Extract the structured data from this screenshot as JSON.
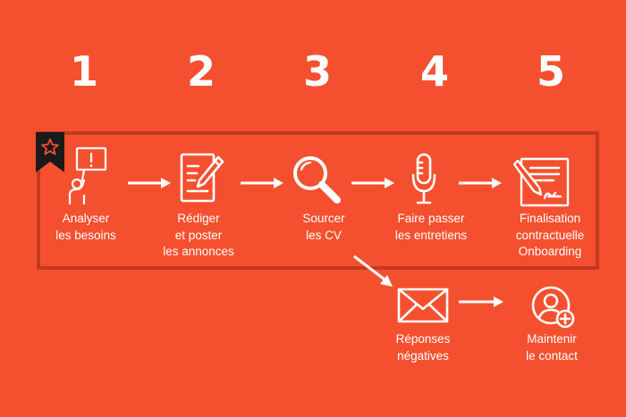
{
  "steps": [
    {
      "number": "1",
      "label": "Analyser\nles besoins",
      "icon": "person-with-sign-icon"
    },
    {
      "number": "2",
      "label": "Rédiger\net poster\nles annonces",
      "icon": "document-pen-icon"
    },
    {
      "number": "3",
      "label": "Sourcer\nles CV",
      "icon": "magnifier-icon"
    },
    {
      "number": "4",
      "label": "Faire passer\nles entretiens",
      "icon": "microphone-icon"
    },
    {
      "number": "5",
      "label": "Finalisation\ncontractuelle\nOnboarding",
      "icon": "contract-signature-icon"
    }
  ],
  "branch": [
    {
      "label": "Réponses\nnégatives",
      "icon": "envelope-icon"
    },
    {
      "label": "Maintenir\nle contact",
      "icon": "add-contact-icon"
    }
  ],
  "colors": {
    "background": "#f4502f",
    "frame": "#c23a20",
    "foreground": "#ffffff",
    "bookmark": "#1a1a1a"
  }
}
